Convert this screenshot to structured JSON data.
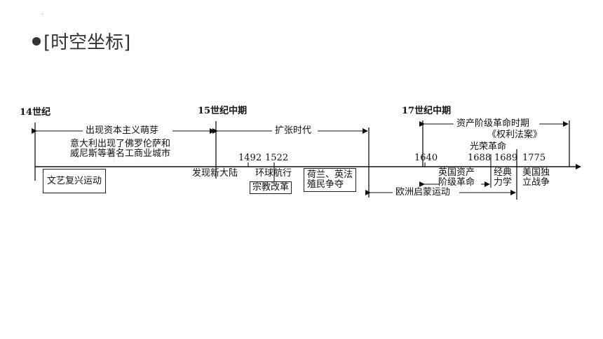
{
  "heading": {
    "text": "[时空坐标]"
  },
  "timeline": {
    "periods": {
      "c14": "14世纪",
      "mid15": "15世纪中期",
      "mid17": "17世纪中期"
    },
    "spans": {
      "sprout": "出现资本主义萌芽",
      "expansion": "扩张时代",
      "revolution_period": "资产阶级革命时期",
      "bill_of_rights": "《权利法案》",
      "enlightenment": "欧洲启蒙运动"
    },
    "notes": {
      "cities": "意大利出现了佛罗伦萨和\n威尼斯等著名工商业城市"
    },
    "years": {
      "y1492": "1492",
      "y1522": "1522",
      "y1640": "1640",
      "y1688": "1688",
      "y1689": "1689",
      "y1775": "1775"
    },
    "events": {
      "renaissance": "文艺复兴运动",
      "new_continent": "发现新大陆",
      "circumnavigation": "环球航行",
      "reformation": "宗教改革",
      "colonial": "荷兰、英法\n殖民争夺",
      "english_rev": "英国资产\n阶级革命",
      "glorious": "光荣革命",
      "mechanics": "经典\n力学",
      "us_independence": "美国独\n立战争"
    }
  }
}
